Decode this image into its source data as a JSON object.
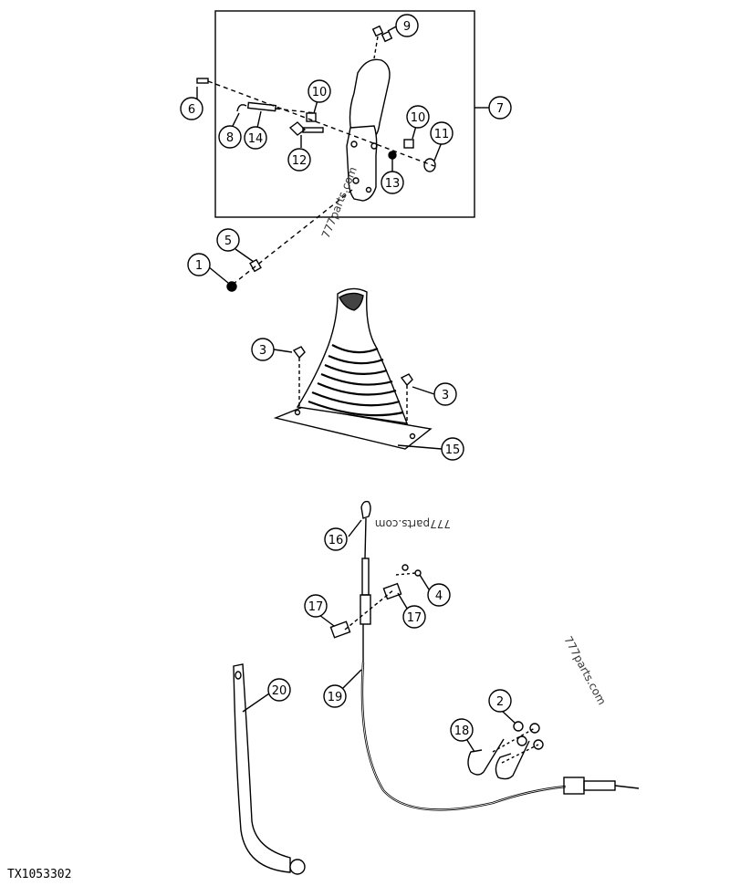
{
  "figure_id": "TX1053302",
  "watermark": "777parts.com",
  "callouts": {
    "c1": "1",
    "c2": "2",
    "c3a": "3",
    "c3b": "3",
    "c4": "4",
    "c5": "5",
    "c6": "6",
    "c7": "7",
    "c8": "8",
    "c9": "9",
    "c10a": "10",
    "c10b": "10",
    "c11": "11",
    "c12": "12",
    "c13": "13",
    "c14": "14",
    "c15": "15",
    "c16": "16",
    "c17a": "17",
    "c17b": "17",
    "c18": "18",
    "c19": "19",
    "c20": "20"
  }
}
